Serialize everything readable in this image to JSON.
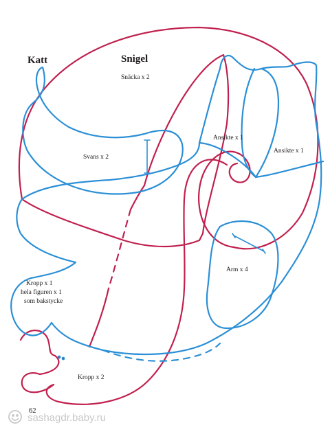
{
  "colors": {
    "cat_line": "#2b8fd6",
    "snail_line": "#c0204e",
    "text": "#1e1a1c",
    "watermark": "#c8c8c8"
  },
  "titles": {
    "cat": "Katt",
    "snail": "Snigel"
  },
  "pieces": {
    "snacka": "Snäcka x 2",
    "svans": "Svans x 2",
    "ansikte_snail": "Ansikte x 1",
    "ansikte_cat": "Ansikte x 1",
    "arm": "Arm x 4",
    "kropp_snail_1": "Kropp x 1",
    "kropp_snail_2": "hela figuren x 1",
    "kropp_snail_3": "som bakstycke",
    "kropp_cat": "Kropp x 2"
  },
  "page_number": "62",
  "watermark": {
    "icon": "smiley-icon",
    "text": "sashagdr.baby.ru"
  }
}
